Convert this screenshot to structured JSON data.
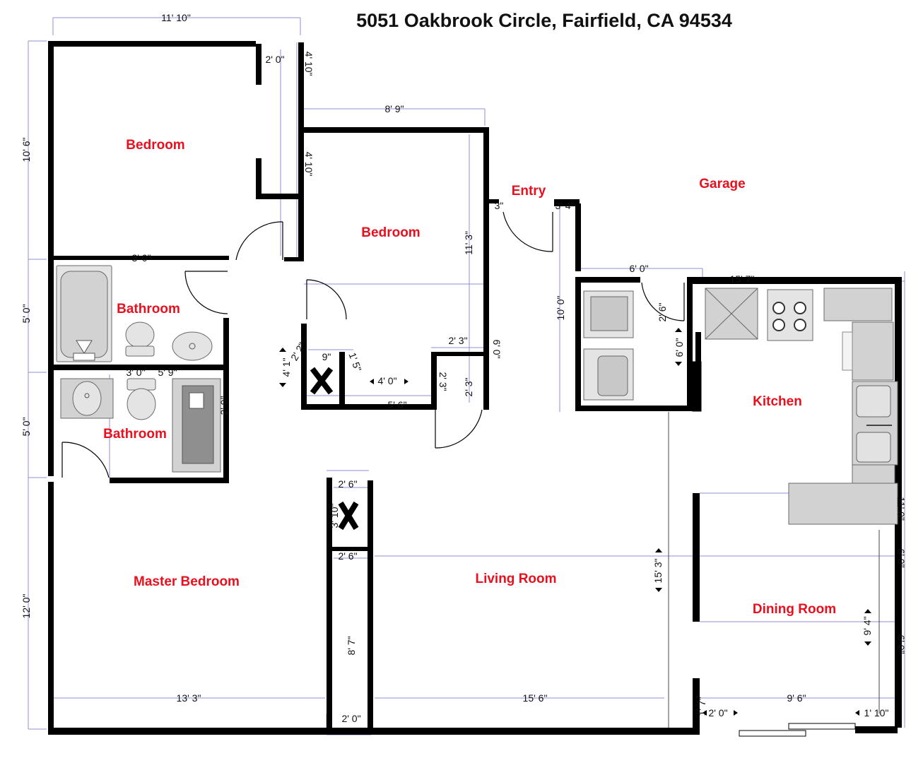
{
  "title": "5051 Oakbrook Circle, Fairfield, CA 94534",
  "rooms": {
    "bedroom_1": "Bedroom",
    "bedroom_2": "Bedroom",
    "entry": "Entry",
    "garage": "Garage",
    "bathroom_1": "Bathroom",
    "bathroom_2": "Bathroom",
    "kitchen": "Kitchen",
    "master_bedroom": "Master Bedroom",
    "living_room": "Living Room",
    "dining_room": "Dining Room"
  },
  "dimensions": {
    "bedroom1_width": "11' 10\"",
    "bedroom1_height": "10' 6\"",
    "closet_width": "2' 0\"",
    "closet_height": "4' 10\"",
    "closet2_height": "4' 10\"",
    "bedroom1_bottom": "3' 0\"",
    "bedroom2_width": "8' 9\"",
    "bedroom2_height": "11' 3\"",
    "entry_small": "3\"",
    "entry_small2": "3' 4\"",
    "bath1_height": "5' 0\"",
    "bath2_height": "5' 0\"",
    "master_height": "12' 0\"",
    "bath_sub1": "3' 0\"",
    "bath_sub2": "5' 9\"",
    "bath2_right": "2' 9\"",
    "hall_closet_left": "4' 1\"",
    "hall_closet_a": "2' 2\"",
    "hall_closet_b": "9\"",
    "hall_closet_c": "1' 5\"",
    "hall_closet_width": "4' 0\"",
    "hall_closet_bottom": "5' 6\"",
    "closet3_width": "2' 3\"",
    "closet3_right": "6' 0\"",
    "closet3_height": "2' 3\"",
    "closet3_inner": "2' 3\"",
    "laundry_width": "6' 0\"",
    "laundry_height": "10' 0\"",
    "laundry_door": "2' 6\"",
    "laundry_side": "6' 0\"",
    "kitchen_width": "15' 7\"",
    "kitchen_right1": "11' 0\"",
    "kitchen_right2": "6' 0\"",
    "kitchen_right3": "6' 0\"",
    "small_closet_width": "2' 6\"",
    "small_closet_height": "3' 10\"",
    "small_closet_bottom": "2' 6\"",
    "living_height": "15' 3\"",
    "hall_height": "8' 7\"",
    "master_width": "13' 3\"",
    "hall_width": "2' 0\"",
    "living_width": "15' 6\"",
    "dining_a": "1' 7\"",
    "dining_door": "2' 0\"",
    "dining_width": "9' 6\"",
    "dining_corner": "1' 10\"",
    "dining_height": "9' 4\""
  }
}
